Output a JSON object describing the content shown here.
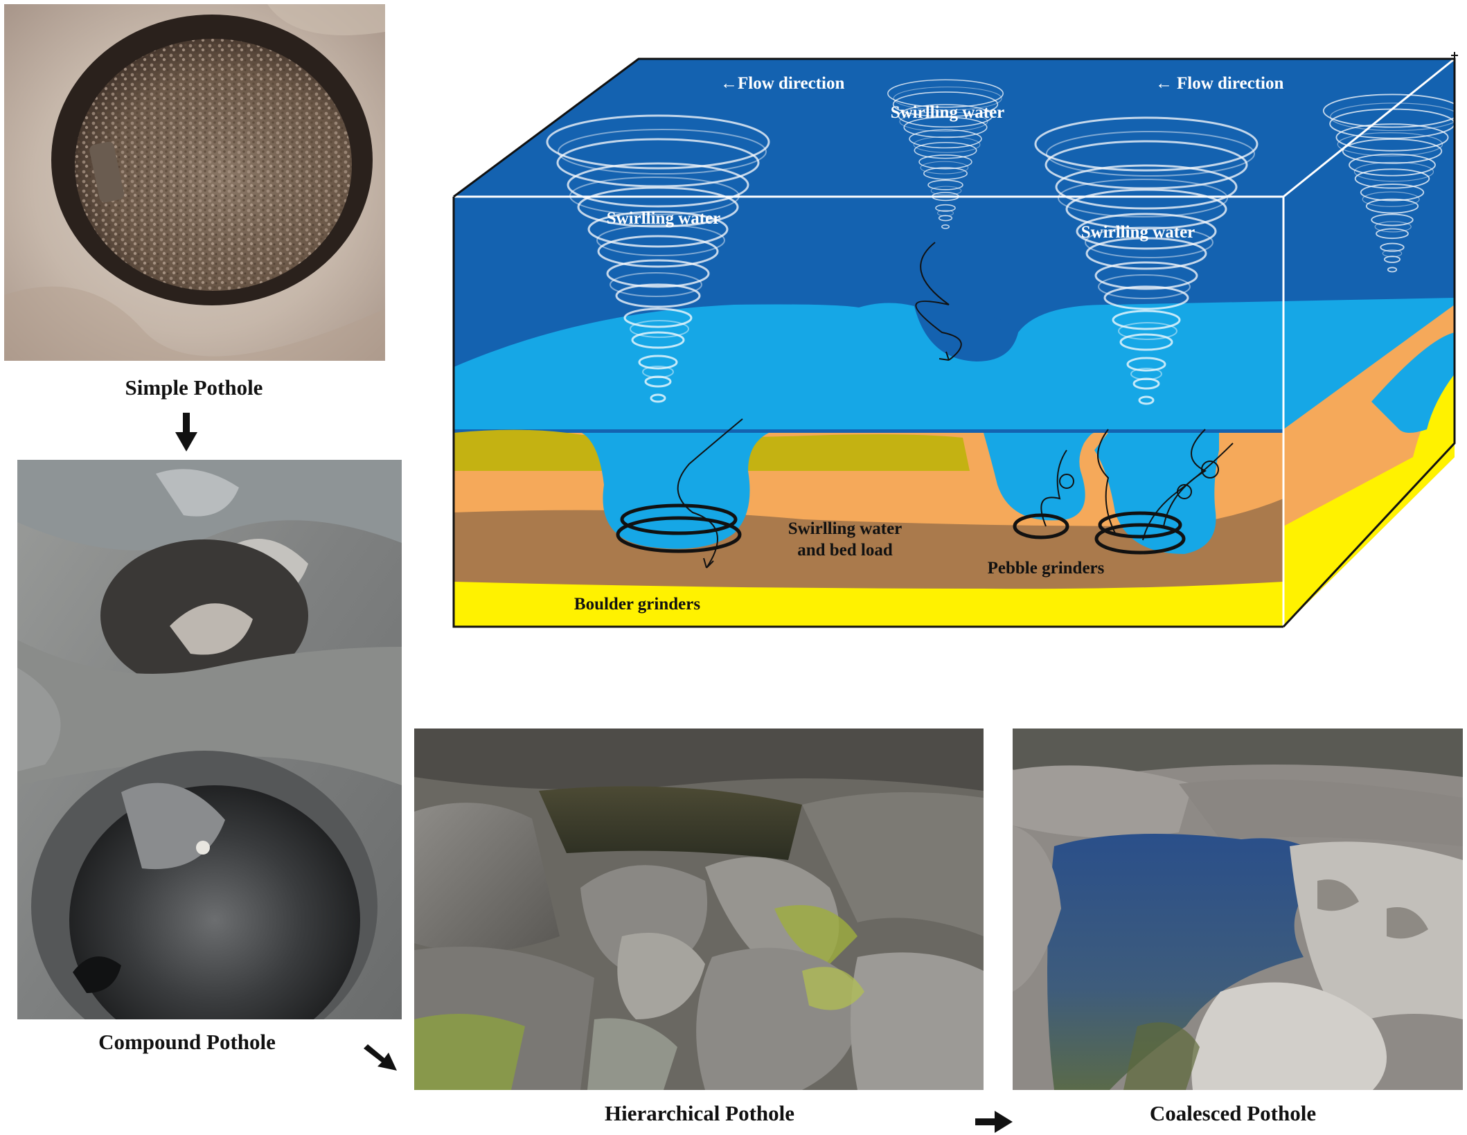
{
  "captions": {
    "simple": "Simple Pothole",
    "compound": "Compound Pothole",
    "hierarchical": "Hierarchical Pothole",
    "coalesced": "Coalesced Pothole"
  },
  "diagram": {
    "flow_left": "Flow direction",
    "flow_right": "Flow direction",
    "swirl_top_center": "Swirlling water",
    "swirl_left": "Swirlling water",
    "swirl_right": "Swirlling water",
    "bedload_line1": "Swirlling water",
    "bedload_line2": "and bed load",
    "pebble": "Pebble grinders",
    "boulder": "Boulder grinders",
    "arrow_glyph": "←"
  },
  "colors": {
    "deep_water": "#1462b0",
    "shallow_water": "#16a7e6",
    "olive_layer": "#c4b212",
    "orange_layer": "#f5a95a",
    "brown_layer": "#aa7a4c",
    "yellow_layer": "#fff200"
  }
}
